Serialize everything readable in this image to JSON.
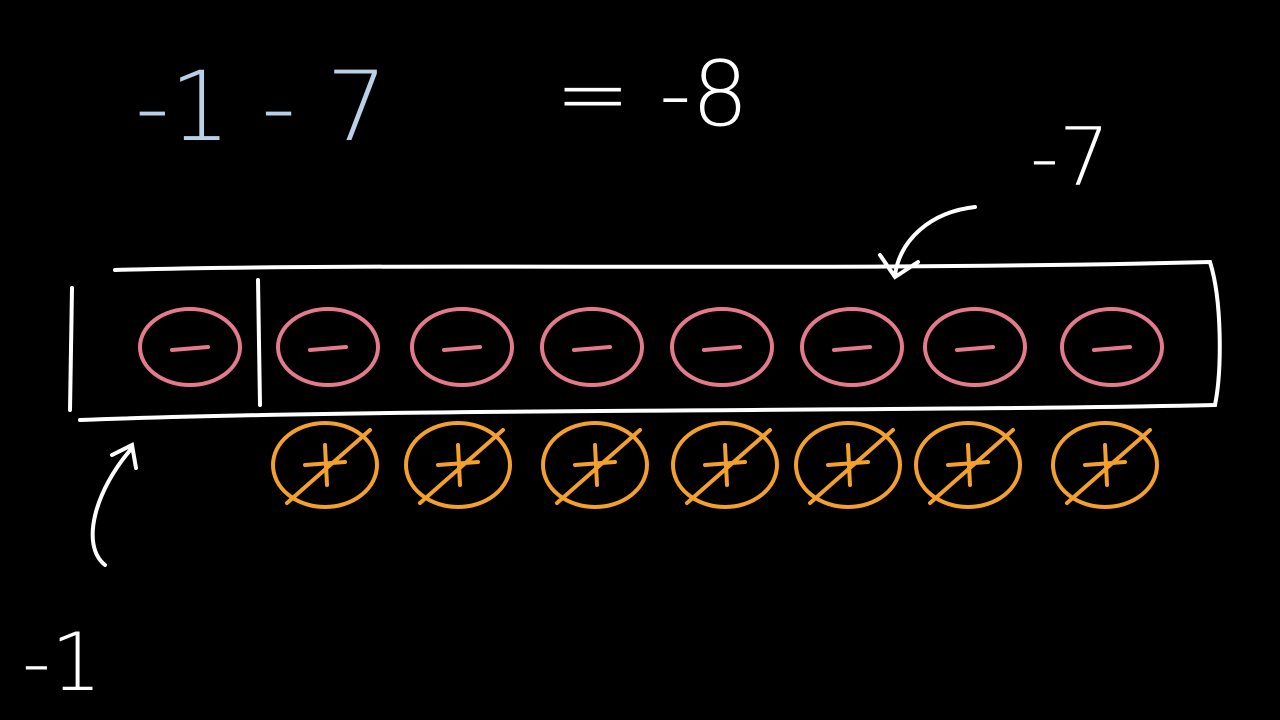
{
  "equation": {
    "left": "-1 - 7",
    "right": "= -8",
    "left_color": "#b9d0e6",
    "right_color": "#ffffff"
  },
  "label_top_right": "-7",
  "label_bottom_left": "-1",
  "negative_tiles": {
    "count": 8,
    "symbol": "−",
    "color": "#e47a8c"
  },
  "positive_tiles_crossed_out": {
    "count": 7,
    "symbol": "+",
    "color": "#f3a12c"
  },
  "stroke_color": "#ffffff"
}
